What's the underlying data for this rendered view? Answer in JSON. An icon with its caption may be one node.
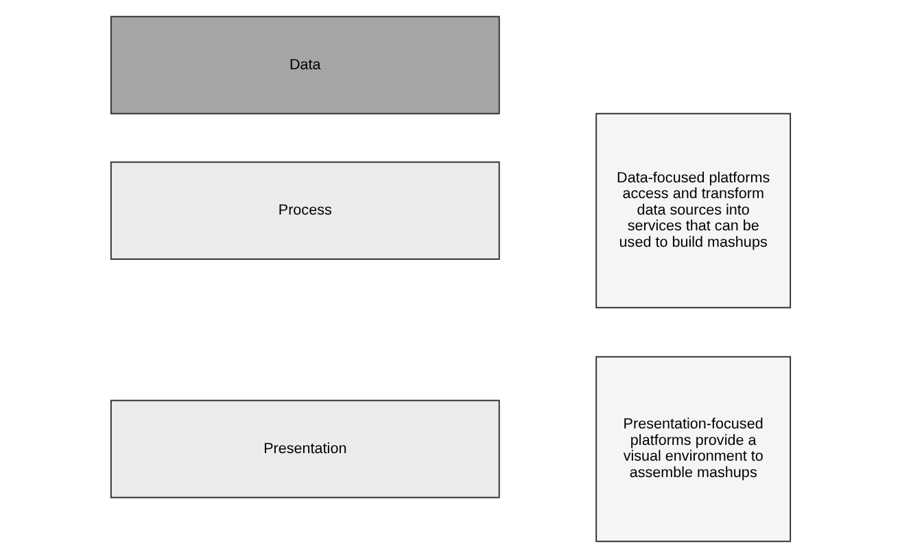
{
  "diagram": {
    "nodes": [
      {
        "text": [
          "Presentation"
        ]
      },
      {
        "text": [
          "Presentation-focused platforms provide a visual environment to assemble mashups"
        ]
      },
      {
        "text": [
          "Process"
        ]
      },
      {
        "text": [
          "Data-focused platforms access and transform data sources into services that can be used to build mashups"
        ]
      },
      {
        "text": [
          "Data"
        ]
      }
    ]
  }
}
